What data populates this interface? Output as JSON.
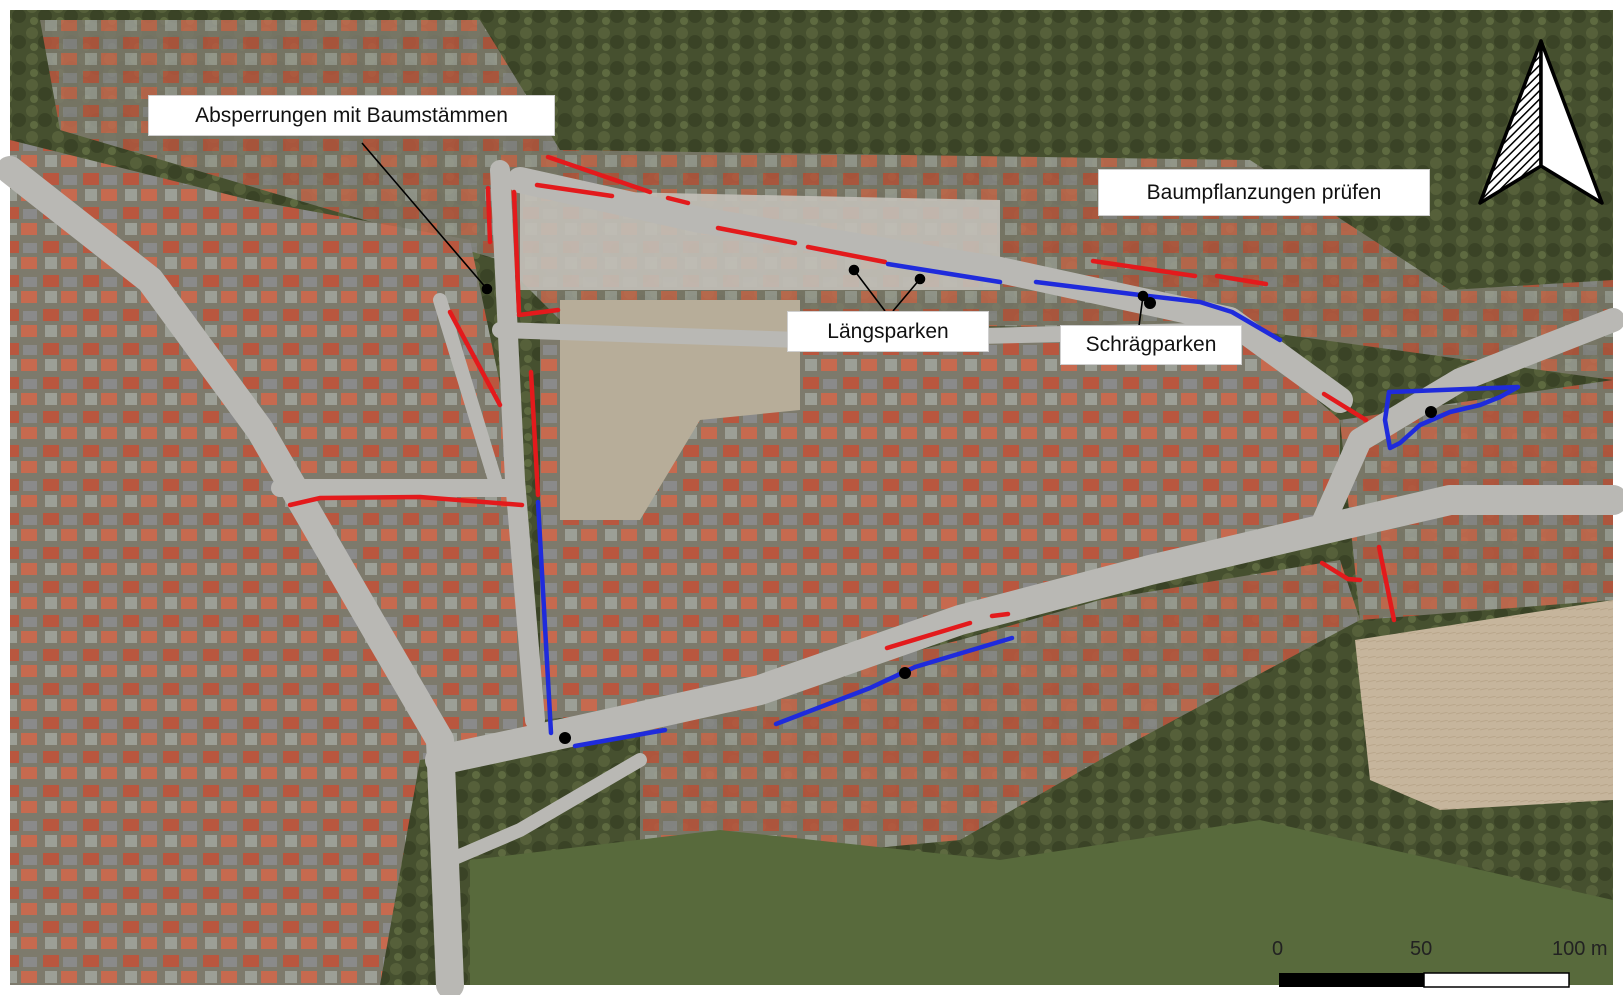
{
  "labels": {
    "absperrungen": "Absperrungen mit Baumstämmen",
    "baumpflanzungen": "Baumpflanzungen prüfen",
    "laengsparken": "Längsparken",
    "schraegparken": "Schrägparken"
  },
  "scale_bar": {
    "tick_0": "0",
    "tick_50": "50",
    "tick_100": "100 m"
  },
  "icons": {
    "north_arrow": "north-arrow-icon"
  },
  "colors": {
    "red_marking": "#e31a1c",
    "blue_marking": "#1f2bdc",
    "street": "#b9b8b4",
    "vegetation_dark": "#3f4a2c",
    "vegetation_light": "#5f6b45",
    "roof_red": "#c8654a",
    "field": "#c9b8a0"
  }
}
